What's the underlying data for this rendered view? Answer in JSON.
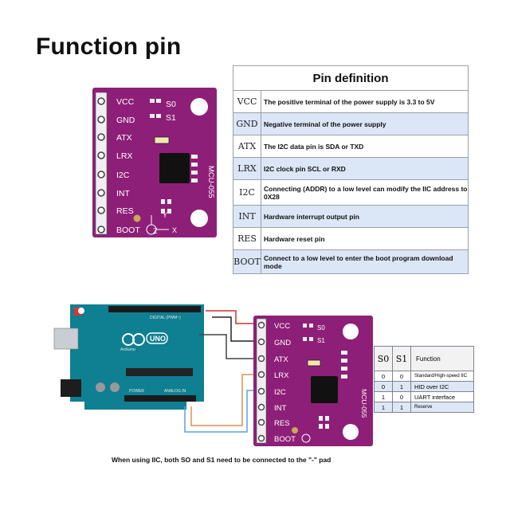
{
  "title": "Function pin",
  "pin_table": {
    "header": "Pin definition",
    "rows": [
      {
        "pin": "VCC",
        "desc": "The positive terminal of the power supply is 3.3 to 5V"
      },
      {
        "pin": "GND",
        "desc": "Negative terminal of the power supply"
      },
      {
        "pin": "ATX",
        "desc": "The I2C data pin is SDA or TXD"
      },
      {
        "pin": "LRX",
        "desc": "I2C clock pin SCL or RXD"
      },
      {
        "pin": "I2C",
        "desc": "Connecting (ADDR) to a low level can modify the IIC address to 0X28"
      },
      {
        "pin": "INT",
        "desc": "Hardware interrupt output pin"
      },
      {
        "pin": "RES",
        "desc": "Hardware reset pin"
      },
      {
        "pin": "BOOT",
        "desc": "Connect to a low level to enter the boot program download mode"
      }
    ]
  },
  "board": {
    "pins": [
      "VCC",
      "GND",
      "ATX",
      "LRX",
      "I2C",
      "INT",
      "RES",
      "BOOT"
    ],
    "model": "MCU-055",
    "s0": "S0",
    "s1": "S1",
    "axis_z": "Z",
    "axis_y": "Y",
    "axis_x": "X"
  },
  "arduino": {
    "logo_text": "UNO",
    "brand": "Arduino",
    "digital_label": "DIGITAL (PWM~)",
    "power_label": "POWER",
    "analog_label": "ANALOG IN"
  },
  "mode_table": {
    "headers": [
      "S0",
      "S1",
      "Function"
    ],
    "rows": [
      {
        "s0": "0",
        "s1": "0",
        "fn": "Standard/High-speed IIC"
      },
      {
        "s0": "0",
        "s1": "1",
        "fn": "HID over I2C"
      },
      {
        "s0": "1",
        "s1": "0",
        "fn": "UART interface"
      },
      {
        "s0": "1",
        "s1": "1",
        "fn": "Reserve"
      }
    ]
  },
  "note": "When using IIC, both SO and S1 need to be connected to the \"-\" pad",
  "colors": {
    "board_purple": "#8e1f78",
    "arduino_teal": "#0f7f92",
    "table_alt": "#dbe6f6"
  }
}
